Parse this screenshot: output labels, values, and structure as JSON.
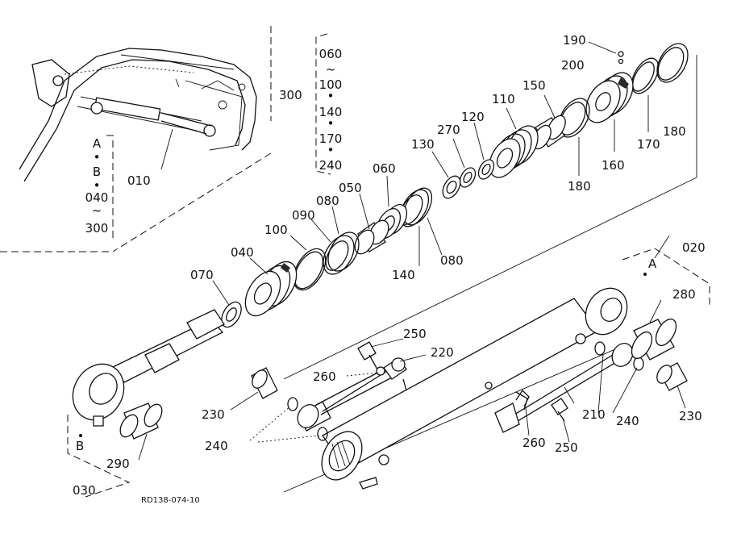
{
  "diagram": {
    "drawing_code": "RD138-074-10",
    "callouts": {
      "p010": "010",
      "p020": "020",
      "p030": "030",
      "p040": "040",
      "p050": "050",
      "p060": "060",
      "p070": "070",
      "p080a": "080",
      "p080b": "080",
      "p090": "090",
      "p100": "100",
      "p110": "110",
      "p120": "120",
      "p130": "130",
      "p140": "140",
      "p150": "150",
      "p160": "160",
      "p170": "170",
      "p180a": "180",
      "p180b": "180",
      "p190": "190",
      "p200": "200",
      "p210": "210",
      "p220": "220",
      "p230a": "230",
      "p230b": "230",
      "p240a": "240",
      "p240b": "240",
      "p250a": "250",
      "p250b": "250",
      "p260a": "260",
      "p260b": "260",
      "p270": "270",
      "p280": "280",
      "p290": "290",
      "p300": "300"
    },
    "kit_left": [
      "A",
      "•",
      "B",
      "•",
      "040",
      "~",
      "300"
    ],
    "kit_top": [
      "060",
      "~",
      "100",
      "•",
      "140",
      "•",
      "170",
      "•",
      "240"
    ],
    "ref_a": "A",
    "ref_b": "B"
  }
}
